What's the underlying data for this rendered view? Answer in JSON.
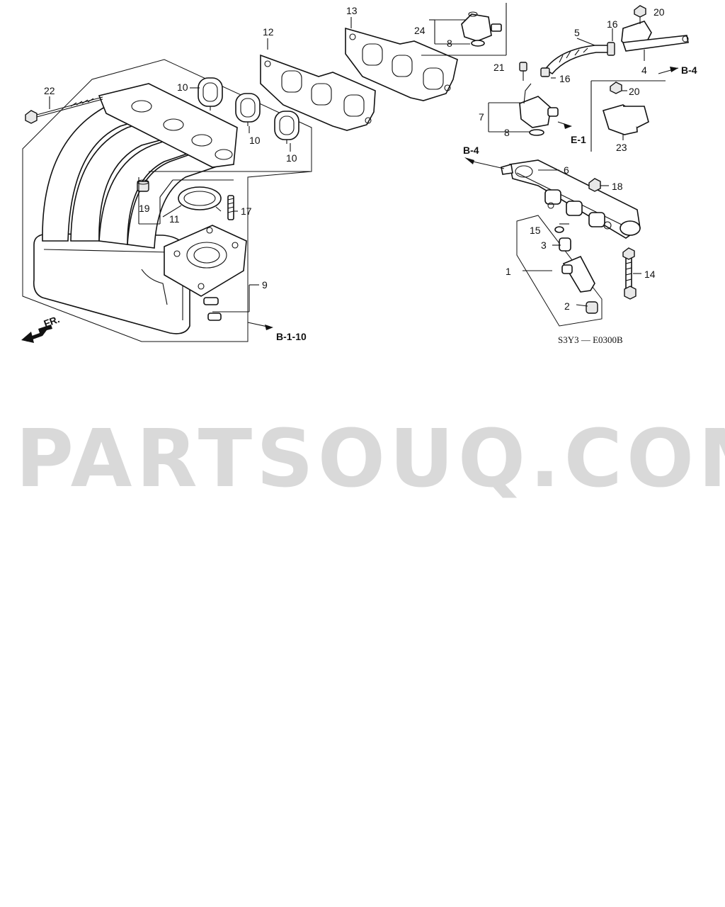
{
  "diagram": {
    "callouts": [
      "1",
      "2",
      "3",
      "4",
      "5",
      "6",
      "7",
      "8",
      "8",
      "9",
      "10",
      "10",
      "10",
      "11",
      "12",
      "13",
      "14",
      "15",
      "16",
      "16",
      "17",
      "18",
      "19",
      "20",
      "20",
      "21",
      "22",
      "23",
      "24"
    ],
    "references": {
      "b4_top": "B-4",
      "b4_left": "B-4",
      "e1": "E-1",
      "b110": "B-1-10",
      "front": "FR."
    },
    "diagram_code": "S3Y3 — E0300B",
    "watermark": "PARTSOUQ.COM"
  }
}
